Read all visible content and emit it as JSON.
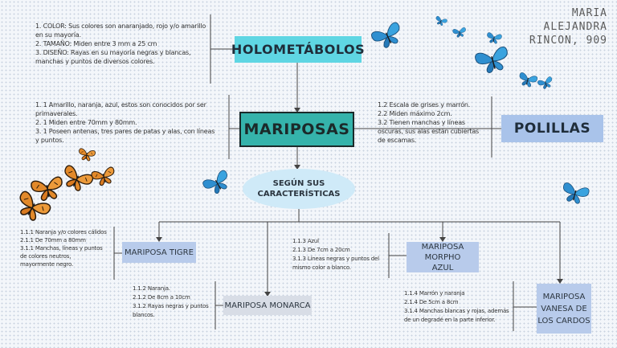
{
  "author": {
    "line1": "MARIA",
    "line2": "ALEJANDRA",
    "line3": "RINCON, 909"
  },
  "nodes": {
    "holometabolos": "HOLOMETÁBOLOS",
    "mariposas": "MARIPOSAS",
    "polillas": "POLILLAS",
    "segun_line1": "SEGÚN SUS",
    "segun_line2": "CARACTERÍSTICAS",
    "tigre": "MARIPOSA TIGRE",
    "monarca": "MARIPOSA MONARCA",
    "morpho_line1": "MARIPOSA MORPHO",
    "morpho_line2": "AZUL",
    "vanesa_line1": "MARIPOSA",
    "vanesa_line2": "VANESA DE",
    "vanesa_line3": "LOS CARDOS"
  },
  "notes": {
    "holo": [
      "1. COLOR: Sus colores son anaranjado, rojo y/o amarillo",
      "en su mayoría.",
      "2. TAMAÑO: Miden entre 3 mm a 25 cm",
      "3. DISEÑO: Rayas en su mayoría negras y blancas,",
      "manchas y puntos de diversos colores."
    ],
    "mariposas": [
      "1. 1 Amarillo, naranja, azul, estos son conocidos por ser",
      "primaverales.",
      "2. 1 Miden entre 70mm y 80mm.",
      "3. 1 Poseen antenas, tres pares de patas y alas, con líneas",
      "y puntos."
    ],
    "polillas": [
      "1.2 Escala de grises y marrón.",
      "2.2 Miden máximo 2cm.",
      "3.2 Tienen manchas y líneas",
      "oscuras, sus alas están cubiertas",
      "de escamas."
    ],
    "tigre": [
      "1.1.1 Naranja y/o colores cálidos",
      "2.1.1 De 70mm a 80mm",
      "3.1.1 Manchas, líneas y puntos",
      "de colores neutros,",
      "mayormente negro."
    ],
    "monarca": [
      "1.1.2 Naranja.",
      "2.1.2 De 8cm a 10cm",
      "3.1.2 Rayas negras y puntos",
      "blancos."
    ],
    "morpho": [
      "1.1.3 Azul",
      "2.1.3 De 7cm a 20cm",
      "3.1.3 Líneas negras y puntos del",
      "mismo color a blanco."
    ],
    "vanesa": [
      "1.1.4 Marrón y naranja",
      "2.1.4 De 5cm a 8cm",
      "3.1.4 Manchas blancas y rojas, además",
      "de un degradé en la parte inferior."
    ]
  },
  "colors": {
    "holo_box": "#5fd6e3",
    "mariposas_box": "#35b3ab",
    "polillas_box": "#a9c3ea",
    "segun_ellipse": "#cfeaf8",
    "node_box": "#b8cbeb",
    "monarca_box": "#d8dde6",
    "blue_butterfly": "#2f8fd0",
    "orange_butterfly": "#e2892a"
  }
}
